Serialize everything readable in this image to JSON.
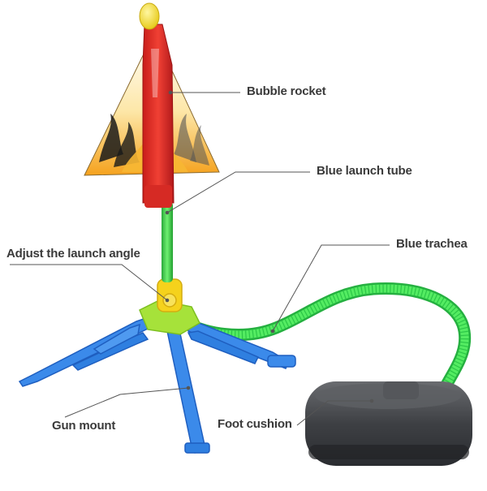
{
  "labels": {
    "bubble_rocket": "Bubble rocket",
    "blue_launch_tube": "Blue launch tube",
    "adjust_angle": "Adjust the launch angle",
    "blue_trachea": "Blue trachea",
    "gun_mount": "Gun mount",
    "foot_cushion": "Foot cushion"
  },
  "colors": {
    "rocket_body": "#e8322a",
    "rocket_tip": "#f2e22a",
    "wing_gradient_top": "#ffffff",
    "wing_gradient_bottom": "#f5a21e",
    "launch_tube": "#3fcf4a",
    "hose": "#3ee05a",
    "stand_hub": "#f5d21c",
    "stand_collar": "#a6e23a",
    "legs": "#2f7fe0",
    "foot_pump": "#4a4c50",
    "leader_line": "#555555"
  }
}
